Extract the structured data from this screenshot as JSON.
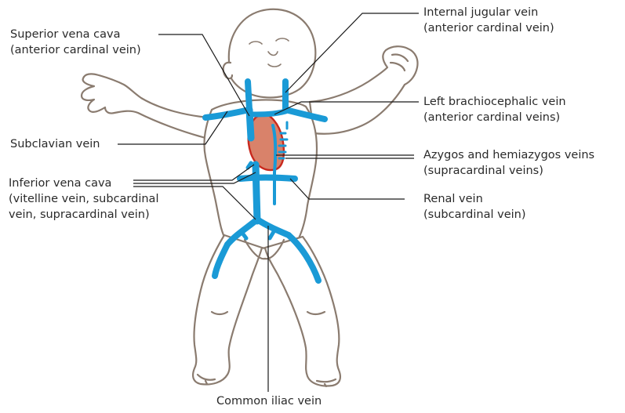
{
  "labels": {
    "superior_vena_cava": {
      "name": "Superior vena cava",
      "origin": "(anterior cardinal vein)"
    },
    "subclavian_vein": {
      "name": "Subclavian vein"
    },
    "inferior_vena_cava": {
      "name": "Inferior vena cava",
      "origin_1": "(vitelline vein, subcardinal",
      "origin_2": "vein, supracardinal vein)"
    },
    "internal_jugular_vein": {
      "name": "Internal jugular vein",
      "origin": "(anterior cardinal vein)"
    },
    "left_brachiocephalic_vein": {
      "name": "Left brachiocephalic vein",
      "origin": "(anterior cardinal veins)"
    },
    "azygos_hemiazygos_veins": {
      "name": "Azygos and hemiazygos veins",
      "origin": "(supracardinal veins)"
    },
    "renal_vein": {
      "name": "Renal vein",
      "origin": "(subcardinal vein)"
    },
    "common_iliac_vein": {
      "name": "Common iliac vein"
    }
  },
  "colors": {
    "vein": "#1a9ad6",
    "heart_fill": "#d9826a",
    "heart_outline": "#c8291e",
    "body_outline": "#8a7b6f",
    "leader_line": "#1a1a1a",
    "text": "#2a2a2a"
  }
}
